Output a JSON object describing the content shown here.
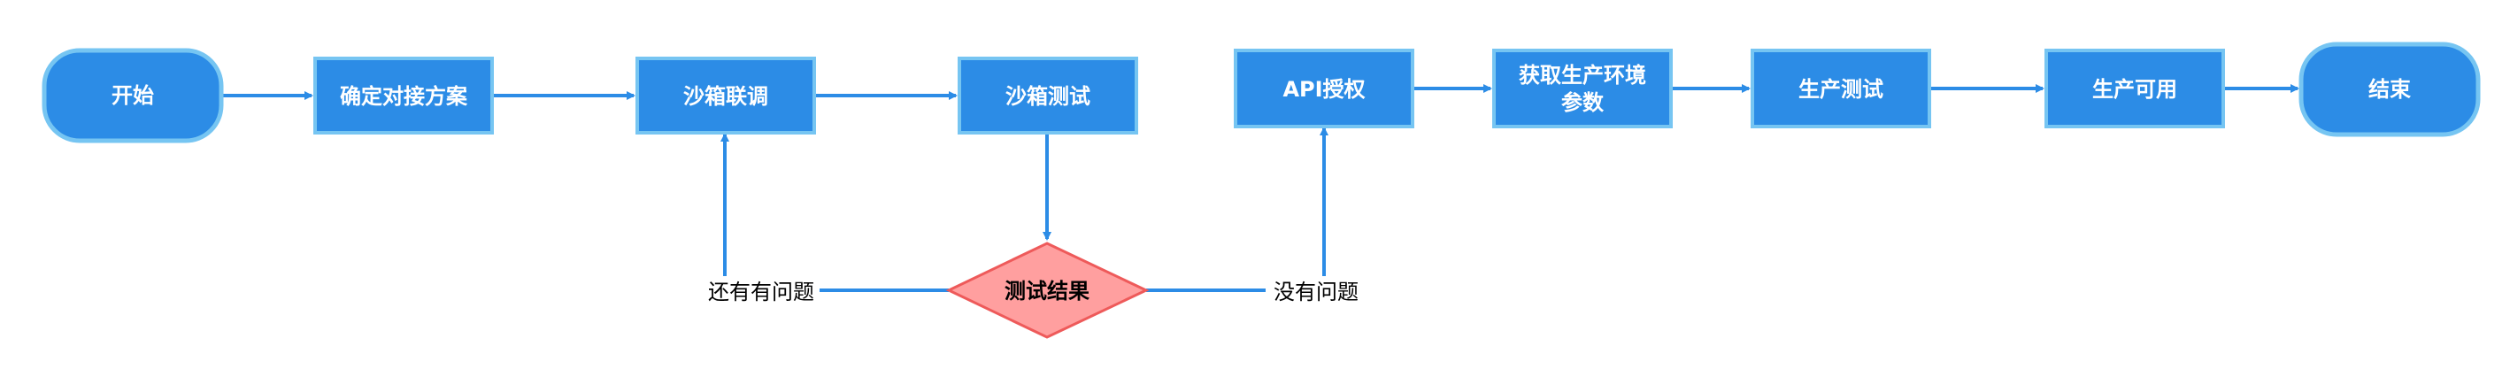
{
  "colors": {
    "node_fill": "#2C8CE6",
    "node_stroke": "#76C5F2",
    "node_text": "#FFFFFF",
    "edge": "#2C8CE6",
    "decision_fill": "#FF9F9F",
    "decision_stroke": "#EE5A5A",
    "decision_text": "#000000",
    "label_text": "#000000",
    "background": "#FFFFFF"
  },
  "nodes": {
    "start": {
      "label": "开始"
    },
    "plan": {
      "label": "确定对接方案"
    },
    "sandbox_joint": {
      "label": "沙箱联调"
    },
    "sandbox_test": {
      "label": "沙箱测试"
    },
    "test_result": {
      "label": "测试结果"
    },
    "api_auth": {
      "label": "API授权"
    },
    "prod_params": {
      "label_line1": "获取生产环境",
      "label_line2": "参数"
    },
    "prod_test": {
      "label": "生产测试"
    },
    "prod_available": {
      "label": "生产可用"
    },
    "end": {
      "label": "结束"
    }
  },
  "edges": {
    "has_issue": {
      "label": "还有有问题"
    },
    "no_issue": {
      "label": "没有问题"
    }
  }
}
